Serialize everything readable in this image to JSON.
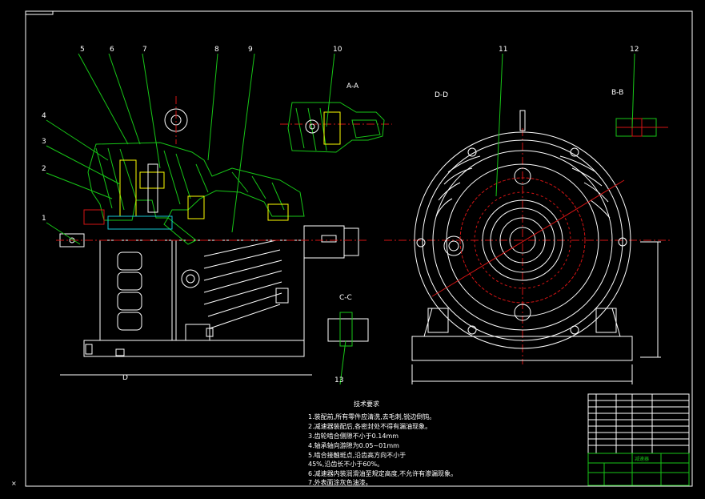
{
  "colors": {
    "background": "#000000",
    "frame": "#ffffff",
    "green": "#17c617",
    "red": "#d31414",
    "yellow": "#ffff00",
    "cyan": "#14c8d2"
  },
  "part_labels": [
    "1",
    "2",
    "3",
    "4",
    "5",
    "6",
    "7",
    "8",
    "9",
    "10",
    "11",
    "12",
    "13"
  ],
  "section_labels": {
    "aa": "A-A",
    "dd": "D-D",
    "bb": "B-B",
    "cc": "C-C"
  },
  "view_marker": "D",
  "notes": {
    "title": "技术要求",
    "lines": [
      "1.装配前,所有零件应清洗,去毛刺,锐边倒钝。",
      "2.减速器装配后,各密封处不得有漏油现象。",
      "3.齿轮啮合侧隙不小于0.14mm",
      "4.轴承轴向游隙为0.05~01mm",
      "5.啮合接触斑点,沿齿高方向不小于",
      "45%,沿齿长不小于60%。",
      "6.减速器内装润滑油至规定高度,不允许有渗漏现象。",
      "7.外表面涂灰色油漆。"
    ]
  },
  "title_block": {
    "part_name": "减速器"
  }
}
